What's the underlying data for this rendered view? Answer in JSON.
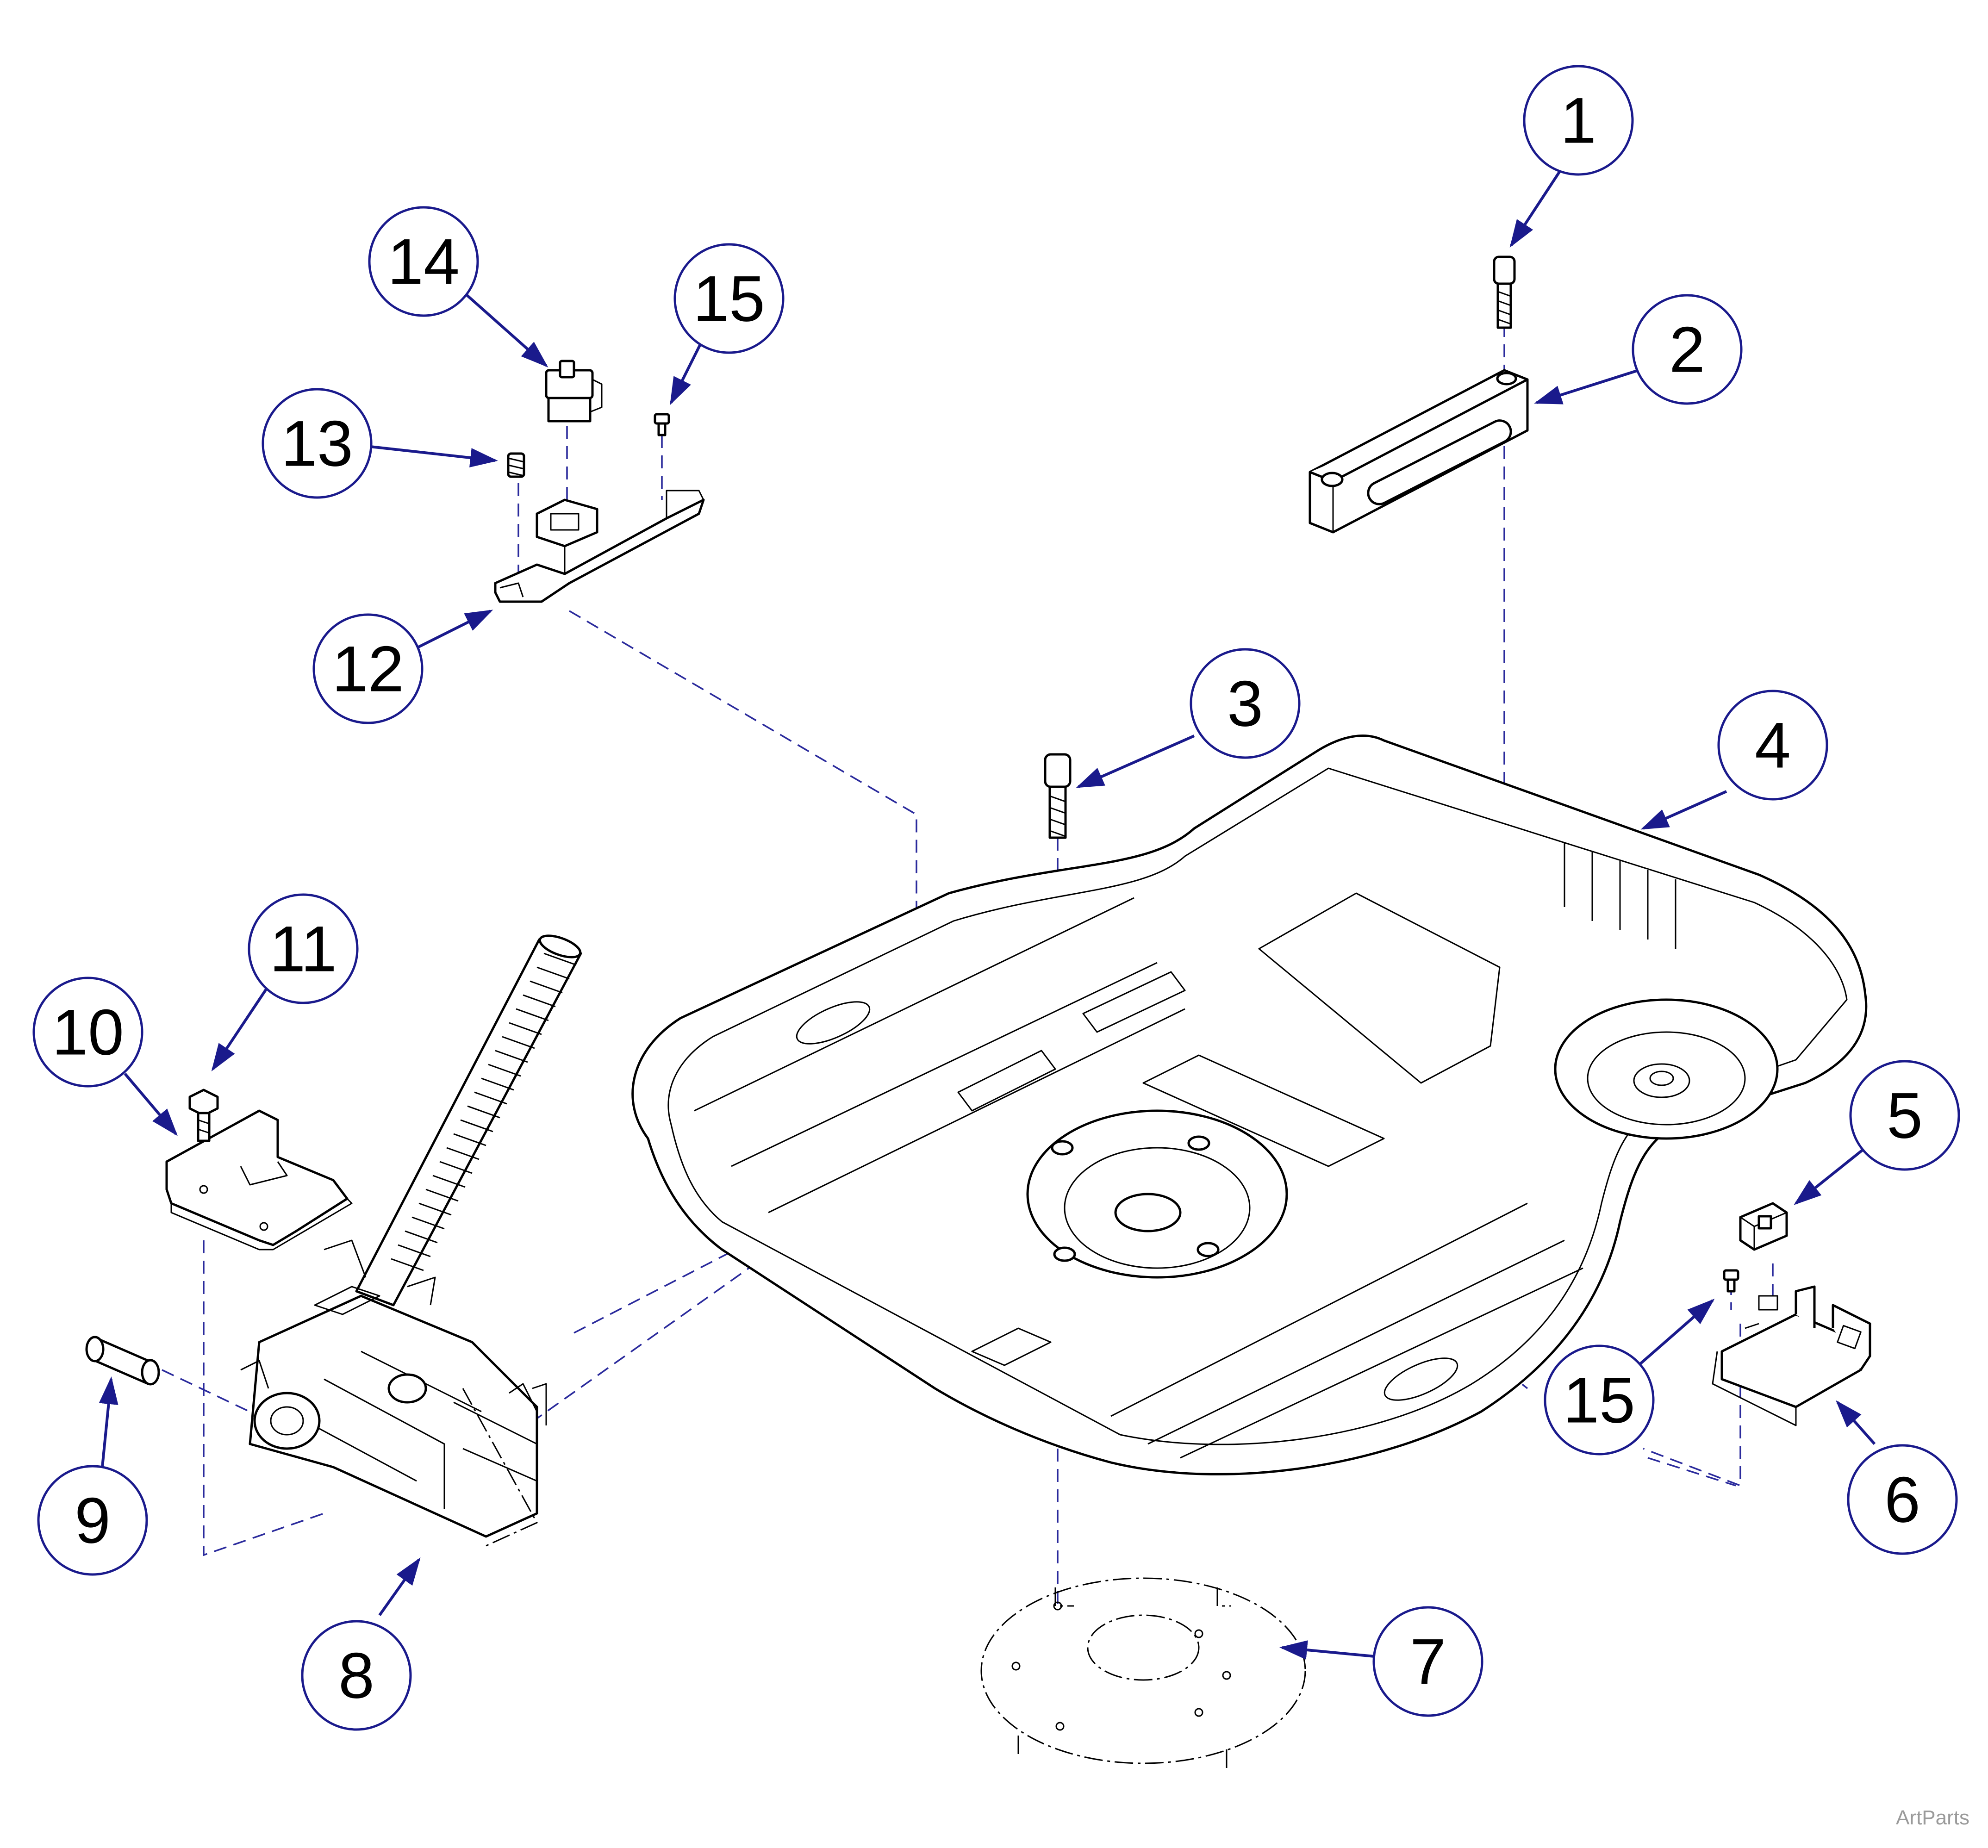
{
  "diagram": {
    "type": "exploded-parts-view",
    "callouts": [
      {
        "id": "1",
        "label": "1"
      },
      {
        "id": "2",
        "label": "2"
      },
      {
        "id": "3",
        "label": "3"
      },
      {
        "id": "4",
        "label": "4"
      },
      {
        "id": "5",
        "label": "5"
      },
      {
        "id": "6",
        "label": "6"
      },
      {
        "id": "7",
        "label": "7"
      },
      {
        "id": "8",
        "label": "8"
      },
      {
        "id": "9",
        "label": "9"
      },
      {
        "id": "10",
        "label": "10"
      },
      {
        "id": "11",
        "label": "11"
      },
      {
        "id": "12",
        "label": "12"
      },
      {
        "id": "13",
        "label": "13"
      },
      {
        "id": "14",
        "label": "14"
      },
      {
        "id": "15a",
        "label": "15"
      },
      {
        "id": "15b",
        "label": "15"
      }
    ],
    "colors": {
      "callout_stroke": "#1a1a8c",
      "leader": "#1a1a8c",
      "line_art": "#000000",
      "watermark": "#9a9a9a"
    }
  },
  "watermark": "ArtParts"
}
